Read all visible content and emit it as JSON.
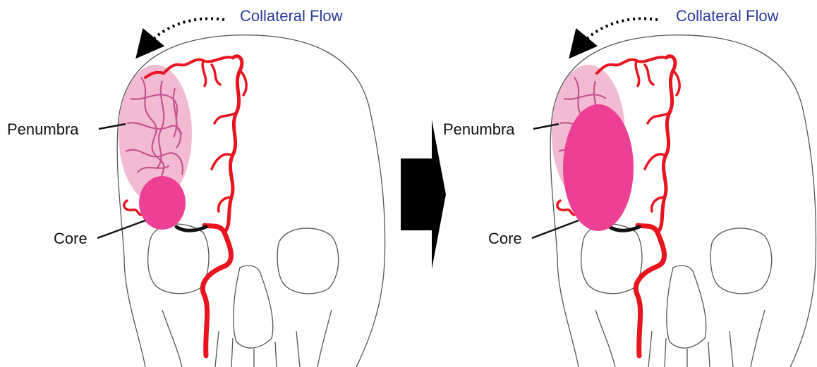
{
  "panels": [
    {
      "collateral_label": "Collateral Flow",
      "penumbra_label": "Penumbra",
      "core_label": "Core"
    },
    {
      "collateral_label": "Collateral Flow",
      "penumbra_label": "Penumbra",
      "core_label": "Core"
    }
  ],
  "colors": {
    "artery": "#e8141e",
    "penumbra": "#f2b3cf",
    "penumbra_vessels": "#c6548c",
    "core": "#ee3f96",
    "skull_outline": "#555555",
    "collateral_text": "#2a3a9c",
    "arrow": "#000000"
  },
  "icons": {
    "transition": "right-arrow-icon",
    "collateral": "dotted-curved-arrow-icon"
  }
}
